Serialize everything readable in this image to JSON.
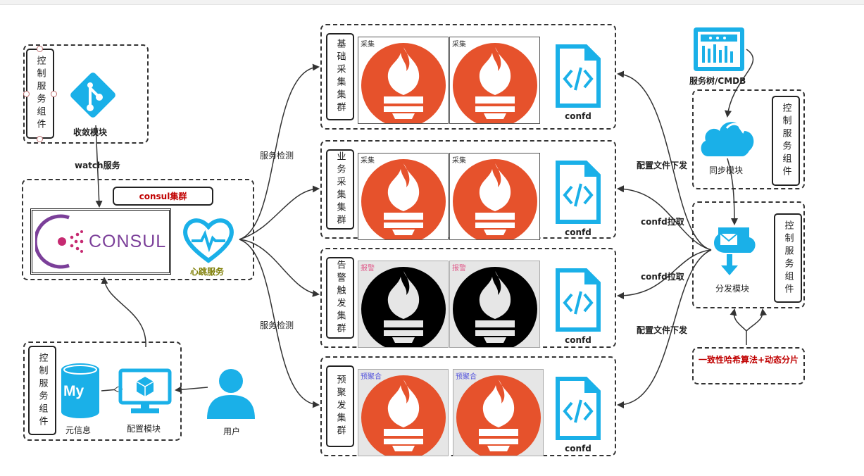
{
  "control_component_label": "控制服务组件",
  "converge_module": "收敛模块",
  "watch_service": "watch服务",
  "consul_cluster": "consul集群",
  "consul_logo_text": "CONSUL",
  "heartbeat_service": "心跳服务",
  "metadata": "元信息",
  "mysql_logo_text": "My",
  "config_module": "配置模块",
  "user": "用户",
  "service_check_top": "服务检测",
  "service_check_bottom": "服务检测",
  "clusters": [
    {
      "name": "基础采集集群",
      "tag": "采集",
      "tag_color": "#333333",
      "style": "orange",
      "confd": "confd"
    },
    {
      "name": "业务采集集群",
      "tag": "采集",
      "tag_color": "#333333",
      "style": "orange",
      "confd": "confd"
    },
    {
      "name": "告警触发集群",
      "tag": "报警",
      "tag_color": "#e05a8a",
      "style": "black",
      "confd": "confd"
    },
    {
      "name": "预聚发集群",
      "tag": "预聚合",
      "tag_color": "#5555dd",
      "style": "orange-grey",
      "confd": "confd"
    }
  ],
  "cmdb_label": "服务树/CMDB",
  "sync_module": "同步模块",
  "dispatch_module": "分发模块",
  "config_file_send_top": "配置文件下发",
  "confd_pull_1": "confd拉取",
  "confd_pull_2": "confd拉取",
  "config_file_send_bottom": "配置文件下发",
  "hash_algo": "一致性哈希算法+动态分片",
  "colors": {
    "prometheus_orange": "#e6522c",
    "icon_blue": "#1ab0e8",
    "consul_purple": "#7b3f99",
    "consul_red": "#c62a71",
    "heartbeat_olive": "#7c7c00",
    "red_text": "#c00000"
  }
}
